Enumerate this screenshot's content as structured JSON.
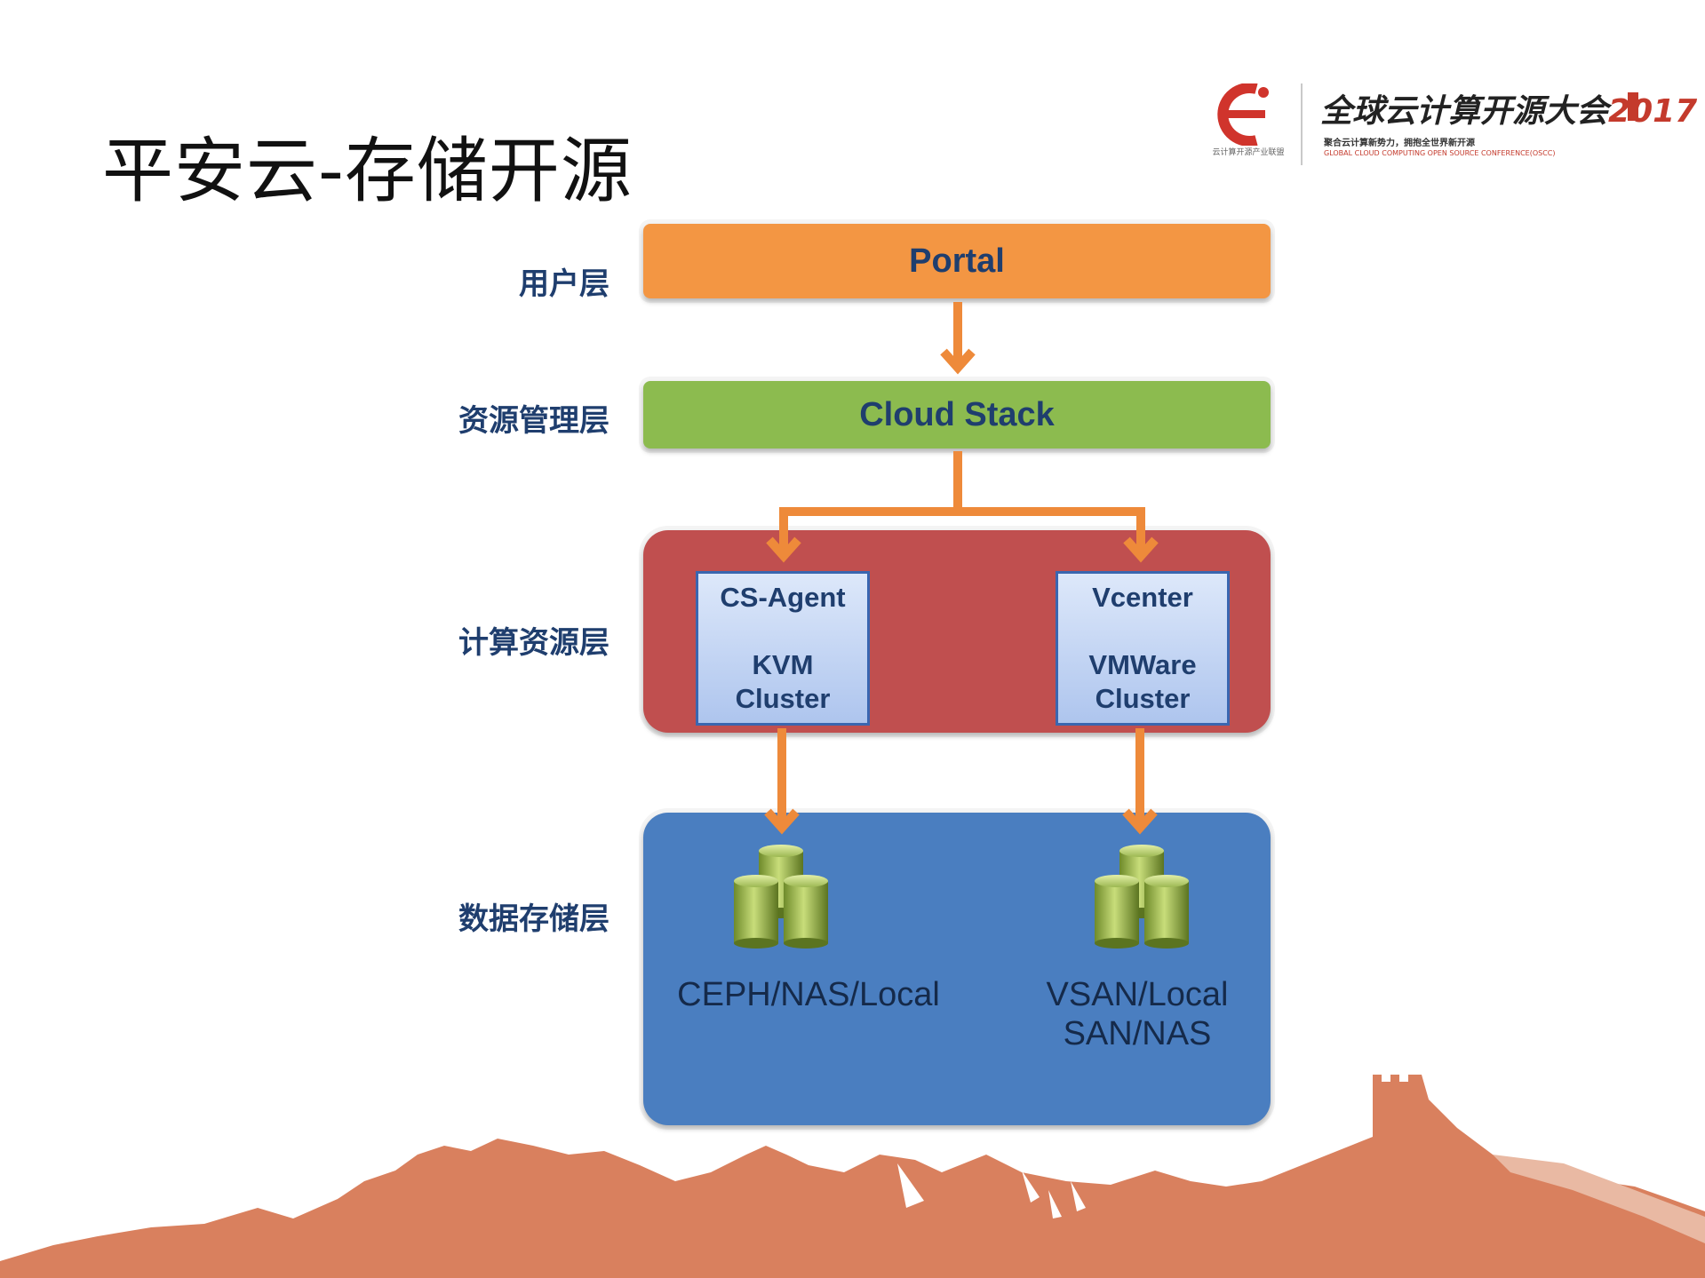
{
  "title": "平安云-存储开源",
  "header_logo": {
    "alliance_text": "云计算开源产业联盟",
    "conference_title": "全球云计算开源大会",
    "conference_year": "2017",
    "tagline_cn": "聚合云计算新势力，拥抱全世界新开源",
    "tagline_en": "GLOBAL CLOUD COMPUTING OPEN SOURCE CONFERENCE(OSCC)"
  },
  "layers": {
    "user": "用户层",
    "resource_mgmt": "资源管理层",
    "compute": "计算资源层",
    "storage": "数据存储层"
  },
  "portal_label": "Portal",
  "cloudstack_label": "Cloud Stack",
  "compute_nodes": [
    {
      "agent": "CS-Agent",
      "line1": "KVM",
      "line2": "Cluster"
    },
    {
      "agent": "Vcenter",
      "line1": "VMWare",
      "line2": "Cluster"
    }
  ],
  "storage_nodes": [
    {
      "line1": "CEPH/NAS/Local",
      "line2": ""
    },
    {
      "line1": "VSAN/Local",
      "line2": "SAN/NAS"
    }
  ],
  "colors": {
    "portal": "#f39643",
    "cloudstack": "#8cbb4f",
    "compute": "#c04f4f",
    "storage": "#4a7ec0",
    "arrow": "#ee8a3a",
    "mountain": "#d9805e"
  }
}
